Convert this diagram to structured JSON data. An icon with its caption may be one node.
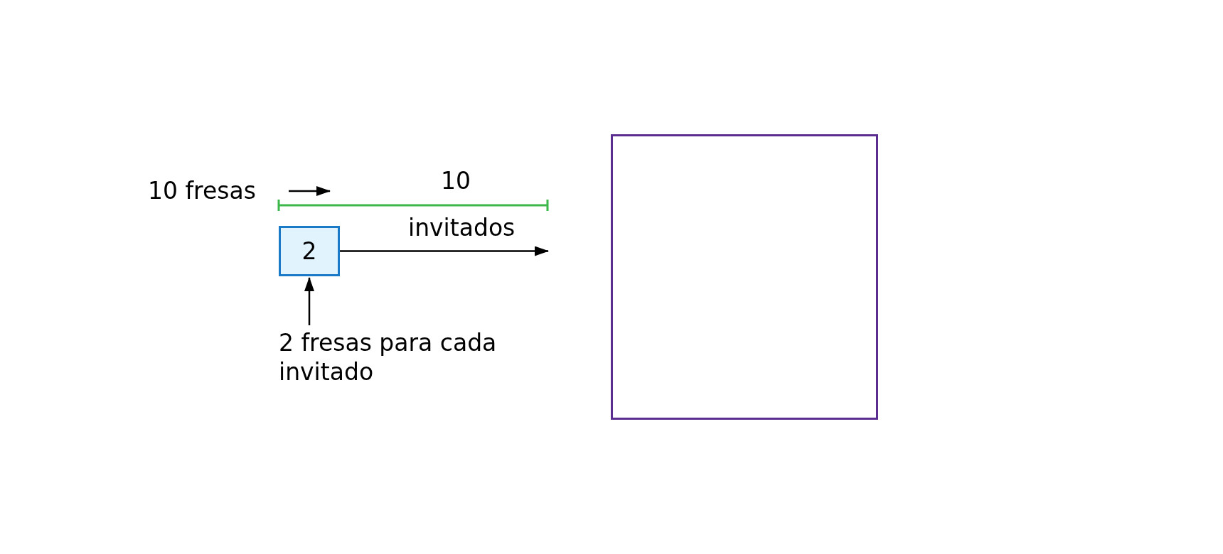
{
  "diagram": {
    "nodes": [
      {
        "text": [
          "2"
        ]
      },
      {
        "text": [
          "2 fresas para cada invitado"
        ]
      },
      {
        "text": [],
        "shape": "box"
      }
    ],
    "edges": [
      {
        "from": 1,
        "to": 0,
        "arrow": "to"
      },
      {
        "from": 0,
        "to": null,
        "arrow": "to",
        "label": "invitados"
      }
    ],
    "labels": [
      "10 fresas",
      "10"
    ]
  }
}
